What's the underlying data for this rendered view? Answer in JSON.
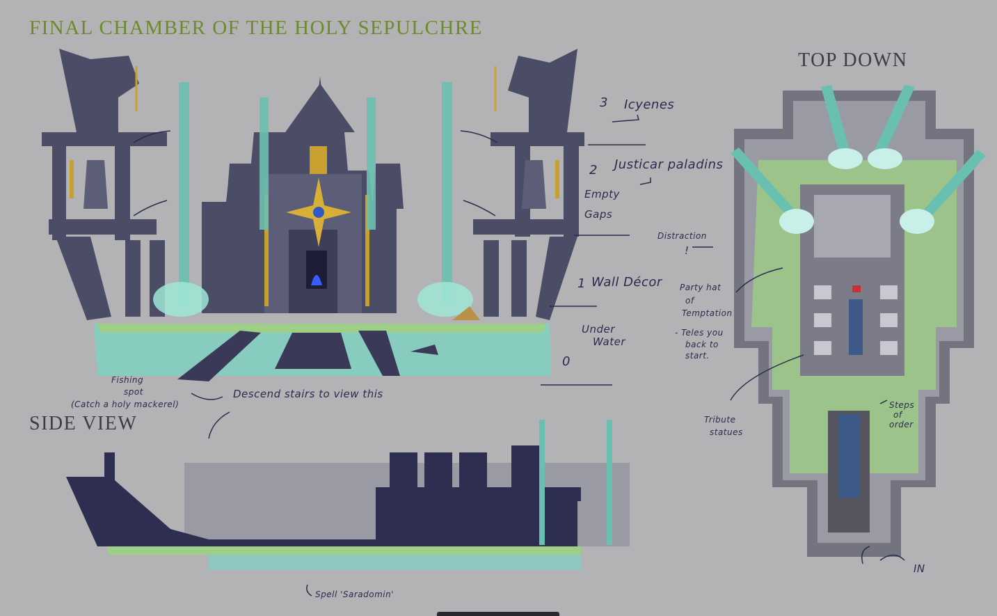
{
  "title": "FINAL CHAMBER OF THE HOLY SEPULCHRE",
  "headings": {
    "side_view": "SIDE VIEW",
    "top_down": "TOP DOWN"
  },
  "front_notes": {
    "icyenes_num": "3",
    "icyenes": "Icyenes",
    "paladins_num": "2",
    "paladins": "Justicar paladins",
    "empty_gaps_1": "Empty",
    "empty_gaps_2": "Gaps",
    "wall_num": "1",
    "wall_decor": "Wall Décor",
    "under_1": "Under",
    "under_2": "Water",
    "zero": "0"
  },
  "fishing_notes": {
    "line1": "Fishing",
    "line2": "spot",
    "line3": "(Catch a holy mackerel)",
    "descend": "Descend stairs to view this"
  },
  "side_notes": {
    "spell": "Spell 'Saradomin'"
  },
  "top_notes": {
    "distraction": "Distraction",
    "exclaim": "!",
    "party_1": "Party hat",
    "party_2": "of",
    "party_3": "Temptation",
    "teles_1": "- Teles you",
    "teles_2": "back to",
    "teles_3": "start.",
    "tribute_1": "Tribute",
    "tribute_2": "statues",
    "steps_1": "Steps",
    "steps_2": "of",
    "steps_3": "order",
    "in": "IN"
  },
  "colors": {
    "background": "#b3b3b5",
    "title_green": "#6e8a2e",
    "stone_dark": "#45465e",
    "stone_mid": "#5c5e78",
    "gold": "#c8a030",
    "water": "#8fd8c8",
    "grass": "#9cc48a"
  }
}
